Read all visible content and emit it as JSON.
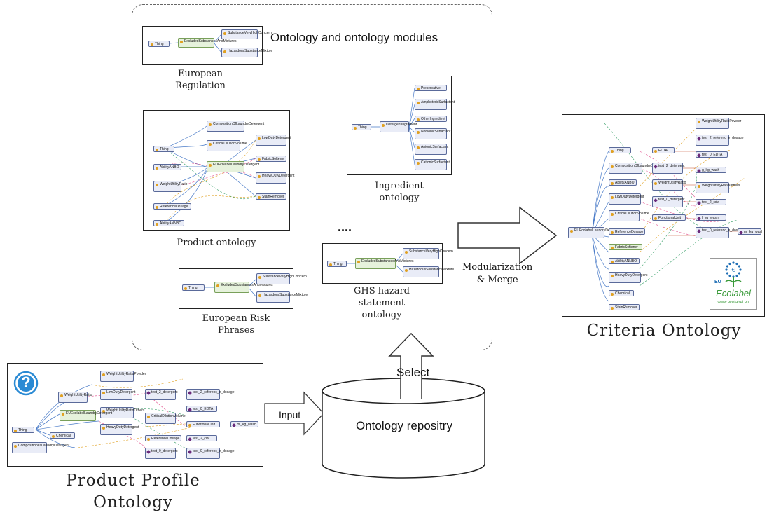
{
  "title": "Ontology and ontology modules",
  "captions": {
    "european_regulation": "European\nRegulation",
    "product_ontology": "Product ontology",
    "ingredient_ontology": "Ingredient\nontology",
    "european_risk_phrases": "European Risk\nPhrases",
    "ghs": "GHS hazard\nstatement\nontology",
    "ellipsis": "....",
    "criteria_ontology": "Criteria Ontology",
    "product_profile_ontology": "Product Profile\nOntology"
  },
  "labels": {
    "modularization": "Modularization\n& Merge",
    "select": "Select",
    "input": "Input",
    "repository": "Ontology repositry",
    "ecolabel_eu": "EU",
    "ecolabel_name": "Ecolabel",
    "ecolabel_url": "www.ecolabel.eu",
    "question_mark": "?"
  },
  "nodes": {
    "eu_regulation": [
      "Thing",
      "ExcludedSubstancesAndMixtures",
      "SubstanceVeryHighConcern",
      "HazardousSubstanceMixture"
    ],
    "product": [
      "CompositionOfLaundryDetergent",
      "CriticalDilutionVolume",
      "LowDutyDetergent",
      "Thing",
      "FabricSoftener",
      "AbilityANBO",
      "EUEcolabelLaundryDetergent",
      "HeavyDutyDetergent",
      "WeightUtilityRatio",
      "StainRemover",
      "ReferenceDosage",
      "AbilityANNBO"
    ],
    "ingredient": [
      "Thing",
      "DetergentIngredient",
      "Preservative",
      "AmphotericSurfactant",
      "OtherIngredient",
      "NonionicSurfactant",
      "AnionicSurfactant",
      "CationicSurfactant"
    ],
    "risk": [
      "Thing",
      "ExcludedSubstancesAndMixtures",
      "SubstanceVeryHighConcern",
      "HazardousSubstanceMixture"
    ],
    "ghs": [
      "Thing",
      "ExcludedSubstancesAndMixtures",
      "SubstanceVeryHighConcern",
      "HazardousSubstanceMixture"
    ],
    "criteria": [
      "WeightUtilityRatioPowder",
      "test_2_referenc_e_dosage",
      "Thing",
      "EDTA",
      "test_0_EDTA",
      "CompositionOfLaundryDetergent",
      "test_2_detergent",
      "g_kg_wash",
      "AbilityANBO",
      "WeightUtilityRatio",
      "WeightUtilityRatioOthers",
      "LowDutyDetergent",
      "test_0_detergent",
      "test_2_cdv",
      "CriticalDilutionVolume",
      "FunctionalUnit",
      "l_kg_wash",
      "EUEcolabelLaundryDetergent",
      "ReferenceDosage",
      "test_0_referenc_e_dosage",
      "ml_kg_wash",
      "FabricSoftener",
      "AbilityANNBO",
      "HeavyDutyDetergent",
      "Chemical",
      "StainRemover"
    ],
    "profile": [
      "WeightUtilityRatioPowder",
      "WeightUtilityRatio",
      "LowDutyDetergent",
      "test_2_detergent",
      "test_2_referenc_e_dosage",
      "WeightUtilityRatioOthers",
      "EUEcolabelLaundryDetergent",
      "test_0_EDTA",
      "CriticalDilutionVolume",
      "HeavyDutyDetergent",
      "FunctionalUnit",
      "Thing",
      "Chemical",
      "ml_kg_wash",
      "ReferenceDosage",
      "test_2_cdv",
      "CompositionOfLaundryDetergent",
      "test_0_detergent",
      "test_0_referenc_e_dosage"
    ]
  },
  "colors": {
    "ecolabel_blue": "#1f6fb5",
    "ecolabel_green": "#3a9a3a",
    "question_blue": "#2a8ad4",
    "node_fill": "#e9ecf7",
    "node_green": "#e6f2dc"
  }
}
